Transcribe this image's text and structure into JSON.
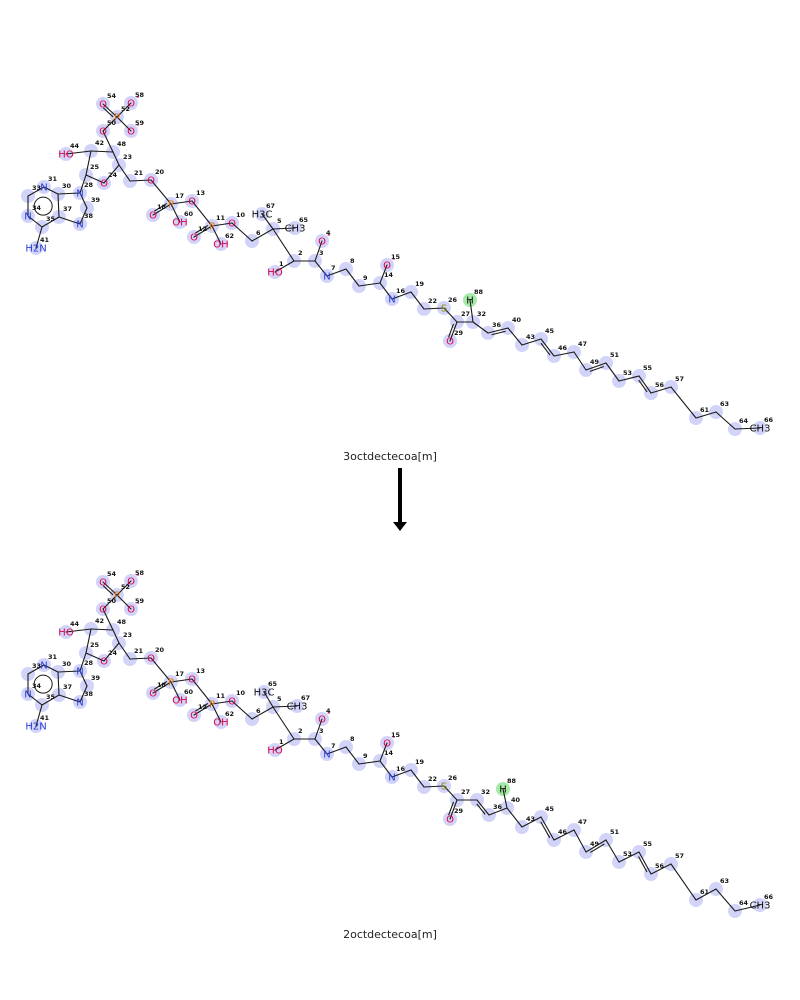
{
  "reactant": {
    "name": "3octdectecoa[m]",
    "atom_labels": {
      "O": "O",
      "O_minus": "O",
      "N": "N",
      "P": "P",
      "S": "S",
      "H": "H",
      "HO": "HO",
      "OH": "OH",
      "H2N": "H2N",
      "H3C": "H3C",
      "CH3": "CH3",
      "minus": "-"
    }
  },
  "product": {
    "name": "2octdectecoa[m]"
  },
  "colors": {
    "bond": "#1a1a1a",
    "oxygen": "#e0004a",
    "nitrogen": "#2a3fd6",
    "phosphorus": "#e07000",
    "sulfur": "#8a8a00",
    "highlight": "#c9cdf7",
    "hydrogen_highlight": "#9be89b",
    "arrow": "#000000"
  }
}
